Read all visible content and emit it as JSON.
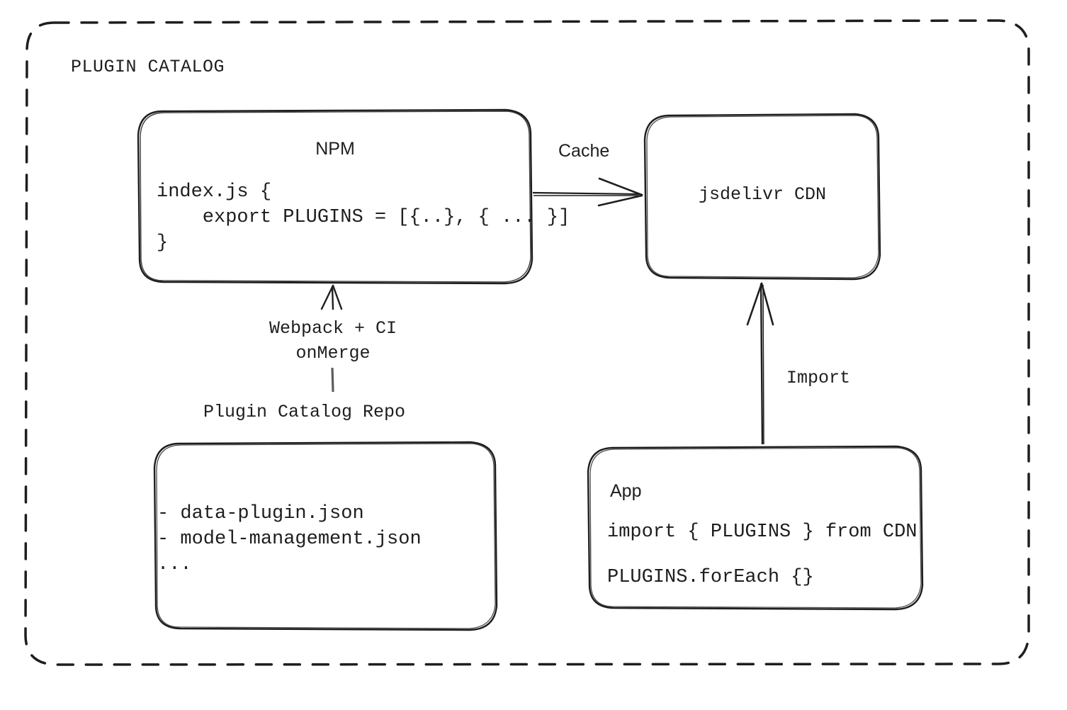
{
  "diagram": {
    "title": "PLUGIN CATALOG",
    "background_color": "#ffffff",
    "stroke_color": "#1e1e1e",
    "nodes": {
      "npm": {
        "title": "NPM",
        "code_lines": "index.js {\n    export PLUGINS = [{..}, { ... }]\n}"
      },
      "cdn": {
        "title": "jsdelivr CDN"
      },
      "repo": {
        "caption": "Plugin Catalog Repo",
        "items": "- data-plugin.json\n- model-management.json\n..."
      },
      "app": {
        "title": "App",
        "line1": "import { PLUGINS } from CDN",
        "line2": "PLUGINS.forEach {}"
      }
    },
    "edges": {
      "cache": "Cache",
      "build": "Webpack + CI\nonMerge",
      "import": "Import"
    }
  }
}
